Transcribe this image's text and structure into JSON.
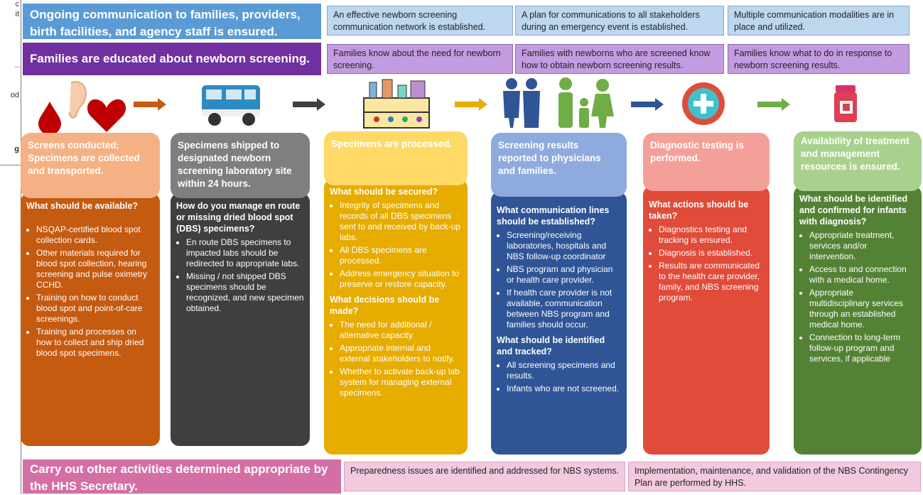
{
  "left_fragments": [
    "c",
    "it",
    "..",
    "od",
    "g"
  ],
  "rows": {
    "communication": {
      "banner": "Ongoing communication to families, providers, birth facilities, and agency staff is ensured.",
      "goals": [
        "An effective newborn screening communication network is established.",
        "A plan for communications to all stakeholders during an emergency event is established.",
        "Multiple communication modalities are in place and utilized."
      ],
      "color": "#5b9bd5",
      "goal_bg": "#bdd7ee"
    },
    "education": {
      "banner": "Families are educated about newborn screening.",
      "goals": [
        "Families know about the need for newborn screening.",
        "Families with newborns who are screened know how to obtain newborn screening results.",
        "Families know what to do in response to newborn screening results."
      ],
      "color": "#7030a0",
      "goal_bg": "#c39be0"
    },
    "activities": {
      "banner": "Carry out other activities determined appropriate by the HHS Secretary.",
      "goals": [
        "Preparedness issues are identified and addressed for NBS systems.",
        "Implementation, maintenance, and validation of the NBS Contingency Plan are performed by HHS."
      ],
      "color": "#d46fa5",
      "goal_bg": "#f2c9df"
    }
  },
  "columns": [
    {
      "icon": "blood-drop-ear-heart-icon",
      "header": "Screens conducted; Specimens are collected and transported.",
      "header_color": "#f4b183",
      "body_color": "#c55a11",
      "sections": [
        {
          "question": "What should be available?",
          "items": [
            "NSQAP-certified blood spot collection cards.",
            "Other materials required for blood spot collection, hearing screening and pulse oximetry CCHD.",
            "Training on how to conduct blood spot and point-of-care screenings.",
            "Training and processes on how to collect and ship dried blood spot specimens."
          ]
        }
      ]
    },
    {
      "icon": "transport-van-icon",
      "header": "Specimens shipped to designated newborn screening laboratory site within 24 hours.",
      "header_color": "#7f7f7f",
      "body_color": "#3f3f3f",
      "sections": [
        {
          "question": "How do you manage en route or missing dried blood spot (DBS) specimens?",
          "items": [
            "En route DBS specimens to impacted labs should be redirected to appropriate labs.",
            "Missing / not shipped DBS specimens should be recognized, and new specimen obtained."
          ]
        }
      ]
    },
    {
      "icon": "laboratory-icon",
      "header": "Specimens are processed.",
      "header_color": "#ffd966",
      "body_color": "#e6ac00",
      "sections": [
        {
          "question": "What should be secured?",
          "items": [
            "Integrity of specimens and records of all DBS specimens sent to and received by back-up labs.",
            "All DBS specimens are processed.",
            "Address emergency situation to preserve or restore capacity."
          ]
        },
        {
          "question": "What decisions should be made?",
          "items": [
            "The need for additional / alternative capacity.",
            "Appropriate internal and external stakeholders to notify.",
            "Whether to activate back-up lab system for managing external specimens."
          ]
        }
      ]
    },
    {
      "icon": "physicians-family-icon",
      "header": "Screening results reported to physicians and families.",
      "header_color": "#8faadc",
      "body_color": "#2f5597",
      "sections": [
        {
          "question": "What communication lines should be established?",
          "items": [
            "Screening/receiving laboratories, hospitals and NBS follow-up coordinator",
            "NBS program and physician or health care provider.",
            "If health care provider is not available, communication between NBS program and families should occur."
          ]
        },
        {
          "question": "What should be identified and tracked?",
          "items": [
            "All screening specimens and results.",
            "Infants who are not screened."
          ]
        }
      ]
    },
    {
      "icon": "medical-badge-icon",
      "header": "Diagnostic testing is performed.",
      "header_color": "#f4a09a",
      "body_color": "#e04b3a",
      "sections": [
        {
          "question": "What actions should be taken?",
          "items": [
            "Diagnostics testing and tracking is ensured.",
            "Diagnosis is established.",
            "Results are communicated to the health care provider, family, and NBS screening program."
          ]
        }
      ]
    },
    {
      "icon": "medicine-jar-icon",
      "header": "Availability of treatment and management resources is ensured.",
      "header_color": "#a9d18e",
      "body_color": "#548235",
      "sections": [
        {
          "question": "What should be identified and confirmed for infants with diagnosis?",
          "items": [
            "Appropriate treatment, services and/or intervention.",
            "Access to and connection with a medical home.",
            "Appropriate multidisciplinary services through an established medical home.",
            "Connection to long-term follow-up program and services, if applicable"
          ]
        }
      ]
    }
  ],
  "arrows": [
    {
      "color": "#c55a11"
    },
    {
      "color": "#404040"
    },
    {
      "color": "#e6ac00"
    },
    {
      "color": "#2f5597"
    },
    {
      "color": "#70ad47"
    }
  ]
}
